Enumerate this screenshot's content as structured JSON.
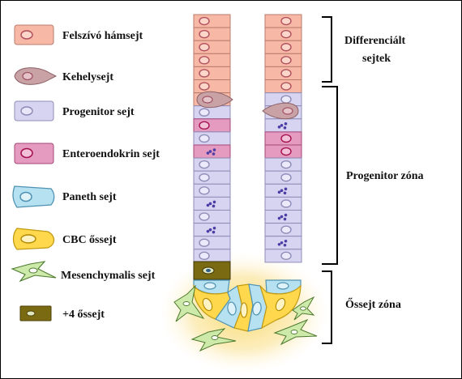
{
  "legend": {
    "items": [
      {
        "key": "felszivo",
        "label": "Felszívó hámsejt",
        "icon": "absorptive-cell-icon"
      },
      {
        "key": "kehely",
        "label": "Kehelysejt",
        "icon": "goblet-cell-icon"
      },
      {
        "key": "progenitor",
        "label": "Progenitor sejt",
        "icon": "progenitor-cell-icon"
      },
      {
        "key": "entero",
        "label": "Enteroendokrin sejt",
        "icon": "enteroendocrine-cell-icon"
      },
      {
        "key": "paneth",
        "label": "Paneth sejt",
        "icon": "paneth-cell-icon"
      },
      {
        "key": "cbc",
        "label": "CBC őssejt",
        "icon": "cbc-stem-cell-icon"
      },
      {
        "key": "mesenchymal",
        "label": "Mesenchymalis sejt",
        "icon": "mesenchymal-cell-icon"
      },
      {
        "key": "plus4",
        "label": "+4 őssejt",
        "icon": "plus4-stem-cell-icon"
      }
    ]
  },
  "zones": {
    "differentiated": [
      "Differenciált",
      "sejtek"
    ],
    "progenitor": "Progenitor zóna",
    "stem": "Őssejt zóna"
  },
  "colors": {
    "felszivo": "#f7b9a5",
    "kehely": "#c9a2a6",
    "progenitor": "#d7d4f1",
    "entero": "#e59ac0",
    "paneth": "#b6e1f1",
    "cbc": "#ffd84d",
    "plus4": "#7a6a12",
    "mesenchymal": "#cdeaaa",
    "niche": "#fbe39a"
  }
}
